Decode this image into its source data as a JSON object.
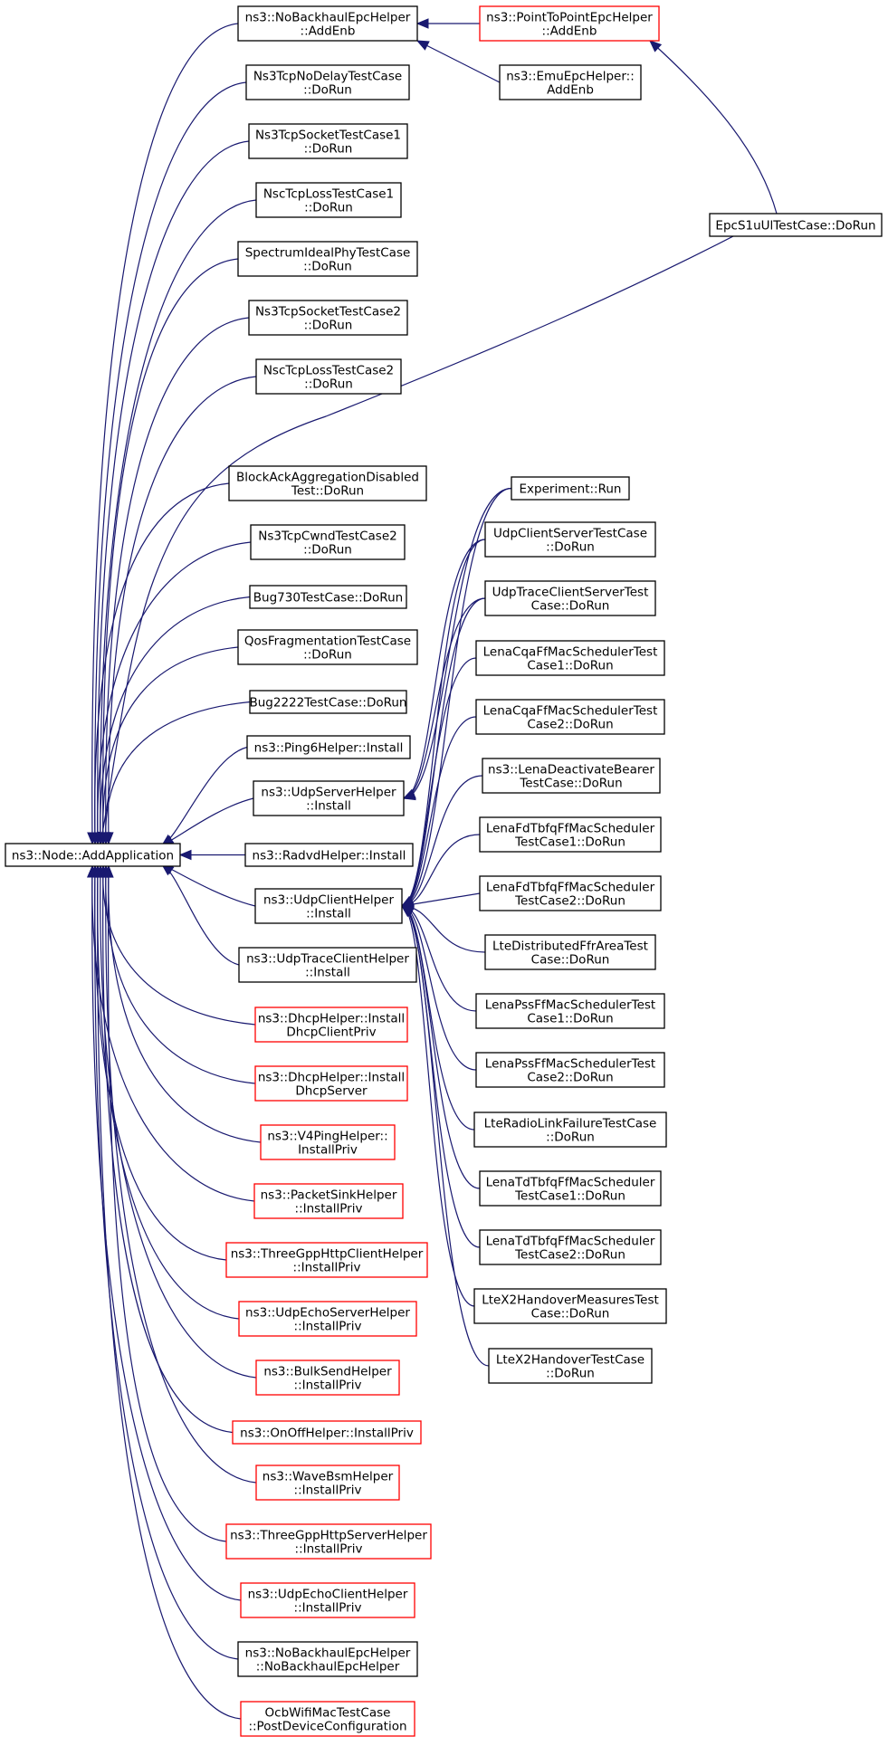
{
  "colors": {
    "edge": "#191970",
    "black_border": "#000000",
    "red_border": "#ff0000",
    "root_fill": "#bfbfbf"
  },
  "nodes": {
    "root": {
      "lines": [
        "ns3::Node::AddApplication"
      ],
      "style": "root"
    },
    "nbAdd": {
      "lines": [
        "ns3::NoBackhaulEpcHelper",
        "::AddEnb"
      ],
      "style": "black"
    },
    "p2pAdd": {
      "lines": [
        "ns3::PointToPointEpcHelper",
        "::AddEnb"
      ],
      "style": "red"
    },
    "emuAdd": {
      "lines": [
        "ns3::EmuEpcHelper::",
        "AddEnb"
      ],
      "style": "black"
    },
    "epcS1u": {
      "lines": [
        "EpcS1uUlTestCase::DoRun"
      ],
      "style": "black"
    },
    "tcpNoDelay": {
      "lines": [
        "Ns3TcpNoDelayTestCase",
        "::DoRun"
      ],
      "style": "black"
    },
    "tcpSock1": {
      "lines": [
        "Ns3TcpSocketTestCase1",
        "::DoRun"
      ],
      "style": "black"
    },
    "nscLoss1": {
      "lines": [
        "NscTcpLossTestCase1",
        "::DoRun"
      ],
      "style": "black"
    },
    "specIdeal": {
      "lines": [
        "SpectrumIdealPhyTestCase",
        "::DoRun"
      ],
      "style": "black"
    },
    "tcpSock2": {
      "lines": [
        "Ns3TcpSocketTestCase2",
        "::DoRun"
      ],
      "style": "black"
    },
    "nscLoss2": {
      "lines": [
        "NscTcpLossTestCase2",
        "::DoRun"
      ],
      "style": "black"
    },
    "blockAck": {
      "lines": [
        "BlockAckAggregationDisabled",
        "Test::DoRun"
      ],
      "style": "black"
    },
    "tcpCwnd2": {
      "lines": [
        "Ns3TcpCwndTestCase2",
        "::DoRun"
      ],
      "style": "black"
    },
    "bug730": {
      "lines": [
        "Bug730TestCase::DoRun"
      ],
      "style": "black"
    },
    "qosFrag": {
      "lines": [
        "QosFragmentationTestCase",
        "::DoRun"
      ],
      "style": "black"
    },
    "bug2222": {
      "lines": [
        "Bug2222TestCase::DoRun"
      ],
      "style": "black"
    },
    "ping6": {
      "lines": [
        "ns3::Ping6Helper::Install"
      ],
      "style": "black"
    },
    "udpServer": {
      "lines": [
        "ns3::UdpServerHelper",
        "::Install"
      ],
      "style": "black"
    },
    "radvd": {
      "lines": [
        "ns3::RadvdHelper::Install"
      ],
      "style": "black"
    },
    "udpClient": {
      "lines": [
        "ns3::UdpClientHelper",
        "::Install"
      ],
      "style": "black"
    },
    "udpTrace": {
      "lines": [
        "ns3::UdpTraceClientHelper",
        "::Install"
      ],
      "style": "black"
    },
    "dhcpClient": {
      "lines": [
        "ns3::DhcpHelper::Install",
        "DhcpClientPriv"
      ],
      "style": "red"
    },
    "dhcpServer": {
      "lines": [
        "ns3::DhcpHelper::Install",
        "DhcpServer"
      ],
      "style": "red"
    },
    "v4ping": {
      "lines": [
        "ns3::V4PingHelper::",
        "InstallPriv"
      ],
      "style": "red"
    },
    "packetSink": {
      "lines": [
        "ns3::PacketSinkHelper",
        "::InstallPriv"
      ],
      "style": "red"
    },
    "httpClient": {
      "lines": [
        "ns3::ThreeGppHttpClientHelper",
        "::InstallPriv"
      ],
      "style": "red"
    },
    "udpEchoServer": {
      "lines": [
        "ns3::UdpEchoServerHelper",
        "::InstallPriv"
      ],
      "style": "red"
    },
    "bulkSend": {
      "lines": [
        "ns3::BulkSendHelper",
        "::InstallPriv"
      ],
      "style": "red"
    },
    "onOff": {
      "lines": [
        "ns3::OnOffHelper::InstallPriv"
      ],
      "style": "red"
    },
    "waveBsm": {
      "lines": [
        "ns3::WaveBsmHelper",
        "::InstallPriv"
      ],
      "style": "red"
    },
    "httpServer": {
      "lines": [
        "ns3::ThreeGppHttpServerHelper",
        "::InstallPriv"
      ],
      "style": "red"
    },
    "udpEchoClient": {
      "lines": [
        "ns3::UdpEchoClientHelper",
        "::InstallPriv"
      ],
      "style": "red"
    },
    "nbCtor": {
      "lines": [
        "ns3::NoBackhaulEpcHelper",
        "::NoBackhaulEpcHelper"
      ],
      "style": "black"
    },
    "ocbWifi": {
      "lines": [
        "OcbWifiMacTestCase",
        "::PostDeviceConfiguration"
      ],
      "style": "red"
    },
    "experiment": {
      "lines": [
        "Experiment::Run"
      ],
      "style": "black"
    },
    "udpCliSrv": {
      "lines": [
        "UdpClientServerTestCase",
        "::DoRun"
      ],
      "style": "black"
    },
    "udpTraceCliSrv": {
      "lines": [
        "UdpTraceClientServerTest",
        "Case::DoRun"
      ],
      "style": "black"
    },
    "lenaCqa1": {
      "lines": [
        "LenaCqaFfMacSchedulerTest",
        "Case1::DoRun"
      ],
      "style": "black"
    },
    "lenaCqa2": {
      "lines": [
        "LenaCqaFfMacSchedulerTest",
        "Case2::DoRun"
      ],
      "style": "black"
    },
    "lenaDeact": {
      "lines": [
        "ns3::LenaDeactivateBearer",
        "TestCase::DoRun"
      ],
      "style": "black"
    },
    "lenaFd1": {
      "lines": [
        "LenaFdTbfqFfMacScheduler",
        "TestCase1::DoRun"
      ],
      "style": "black"
    },
    "lenaFd2": {
      "lines": [
        "LenaFdTbfqFfMacScheduler",
        "TestCase2::DoRun"
      ],
      "style": "black"
    },
    "lteDistFfr": {
      "lines": [
        "LteDistributedFfrAreaTest",
        "Case::DoRun"
      ],
      "style": "black"
    },
    "lenaPss1": {
      "lines": [
        "LenaPssFfMacSchedulerTest",
        "Case1::DoRun"
      ],
      "style": "black"
    },
    "lenaPss2": {
      "lines": [
        "LenaPssFfMacSchedulerTest",
        "Case2::DoRun"
      ],
      "style": "black"
    },
    "lteRlf": {
      "lines": [
        "LteRadioLinkFailureTestCase",
        "::DoRun"
      ],
      "style": "black"
    },
    "lenaTd1": {
      "lines": [
        "LenaTdTbfqFfMacScheduler",
        "TestCase1::DoRun"
      ],
      "style": "black"
    },
    "lenaTd2": {
      "lines": [
        "LenaTdTbfqFfMacScheduler",
        "TestCase2::DoRun"
      ],
      "style": "black"
    },
    "lteX2Meas": {
      "lines": [
        "LteX2HandoverMeasuresTest",
        "Case::DoRun"
      ],
      "style": "black"
    },
    "lteX2": {
      "lines": [
        "LteX2HandoverTestCase",
        "::DoRun"
      ],
      "style": "black"
    }
  },
  "edges": [
    [
      "nbAdd",
      "root"
    ],
    [
      "tcpNoDelay",
      "root"
    ],
    [
      "tcpSock1",
      "root"
    ],
    [
      "nscLoss1",
      "root"
    ],
    [
      "specIdeal",
      "root"
    ],
    [
      "tcpSock2",
      "root"
    ],
    [
      "nscLoss2",
      "root"
    ],
    [
      "epcS1u",
      "root"
    ],
    [
      "blockAck",
      "root"
    ],
    [
      "tcpCwnd2",
      "root"
    ],
    [
      "bug730",
      "root"
    ],
    [
      "qosFrag",
      "root"
    ],
    [
      "bug2222",
      "root"
    ],
    [
      "ping6",
      "root"
    ],
    [
      "udpServer",
      "root"
    ],
    [
      "radvd",
      "root"
    ],
    [
      "udpClient",
      "root"
    ],
    [
      "udpTrace",
      "root"
    ],
    [
      "dhcpClient",
      "root"
    ],
    [
      "dhcpServer",
      "root"
    ],
    [
      "v4ping",
      "root"
    ],
    [
      "packetSink",
      "root"
    ],
    [
      "httpClient",
      "root"
    ],
    [
      "udpEchoServer",
      "root"
    ],
    [
      "bulkSend",
      "root"
    ],
    [
      "onOff",
      "root"
    ],
    [
      "waveBsm",
      "root"
    ],
    [
      "httpServer",
      "root"
    ],
    [
      "udpEchoClient",
      "root"
    ],
    [
      "nbCtor",
      "root"
    ],
    [
      "ocbWifi",
      "root"
    ],
    [
      "p2pAdd",
      "nbAdd"
    ],
    [
      "emuAdd",
      "nbAdd"
    ],
    [
      "epcS1u",
      "p2pAdd"
    ],
    [
      "experiment",
      "udpServer"
    ],
    [
      "udpCliSrv",
      "udpServer"
    ],
    [
      "udpTraceCliSrv",
      "udpServer"
    ],
    [
      "experiment",
      "udpClient"
    ],
    [
      "udpCliSrv",
      "udpClient"
    ],
    [
      "udpTraceCliSrv",
      "udpClient"
    ],
    [
      "lenaCqa1",
      "udpClient"
    ],
    [
      "lenaCqa2",
      "udpClient"
    ],
    [
      "lenaDeact",
      "udpClient"
    ],
    [
      "lenaFd1",
      "udpClient"
    ],
    [
      "lenaFd2",
      "udpClient"
    ],
    [
      "lteDistFfr",
      "udpClient"
    ],
    [
      "lenaPss1",
      "udpClient"
    ],
    [
      "lenaPss2",
      "udpClient"
    ],
    [
      "lteRlf",
      "udpClient"
    ],
    [
      "lenaTd1",
      "udpClient"
    ],
    [
      "lenaTd2",
      "udpClient"
    ],
    [
      "lteX2Meas",
      "udpClient"
    ],
    [
      "lteX2",
      "udpClient"
    ]
  ]
}
